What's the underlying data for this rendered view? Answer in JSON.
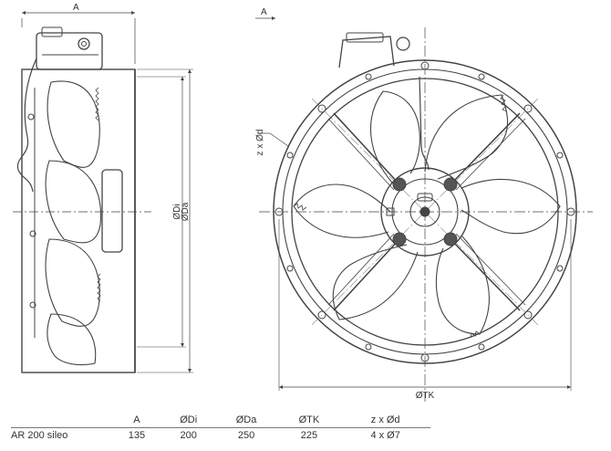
{
  "drawing": {
    "side_top_dim": "A",
    "front_top_dim": "A",
    "inner_dia_label": "ØDi",
    "outer_dia_label": "ØDa",
    "hole_label": "z x Ød",
    "bolt_circle_label": "ØTK"
  },
  "table": {
    "headers": [
      "",
      "A",
      "ØDi",
      "ØDa",
      "ØTK",
      "z x Ød"
    ],
    "rows": [
      [
        "AR 200 sileo",
        "135",
        "200",
        "250",
        "225",
        "4 x Ø7"
      ]
    ]
  }
}
